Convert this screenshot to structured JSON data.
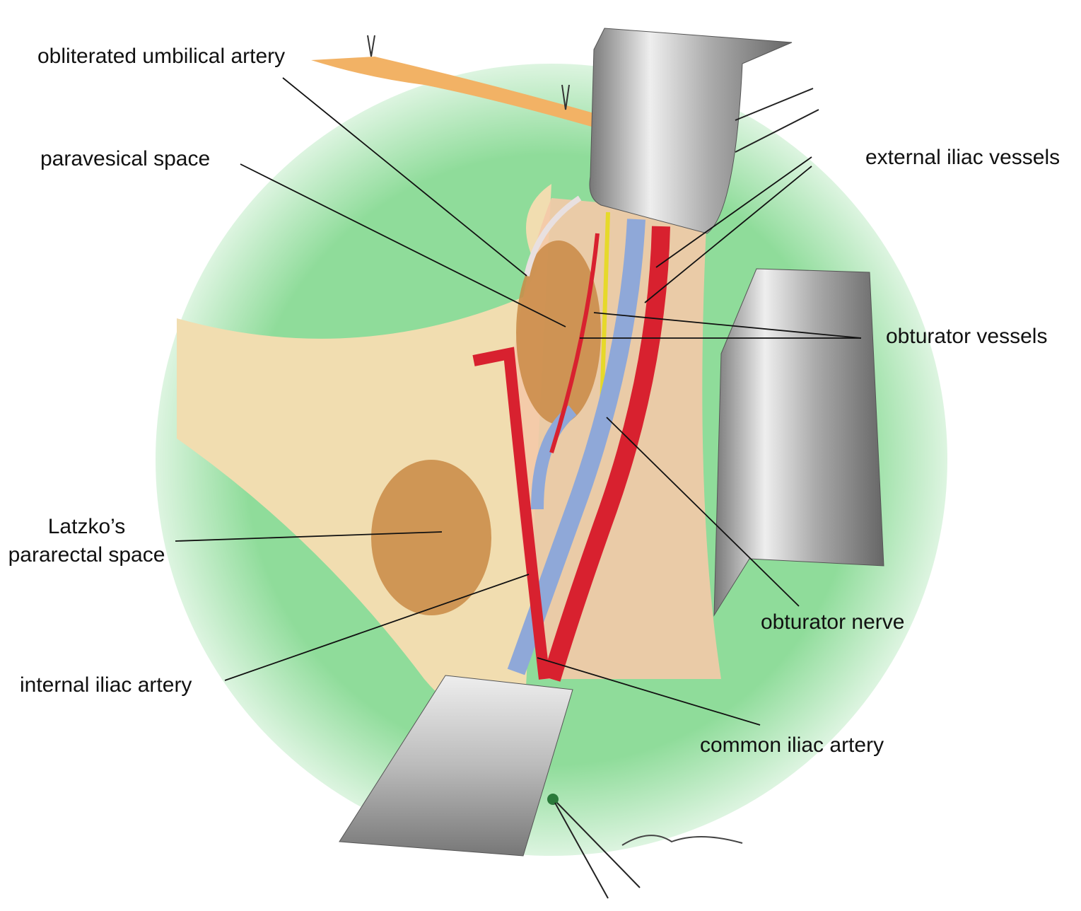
{
  "figure": {
    "labels": {
      "obliterated_umbilical_artery": "obliterated umbilical artery",
      "paravesical_space": "paravesical space",
      "external_iliac_vessels": "external iliac vessels",
      "obturator_vessels": "obturator vessels",
      "latzko_line1": "Latzko’s",
      "latzko_line2": "pararectal space",
      "internal_iliac_artery": "internal iliac artery",
      "obturator_nerve": "obturator nerve",
      "common_iliac_artery": "common iliac artery"
    },
    "colors": {
      "peritoneum": "#8fdc9a",
      "fat": "#f1ddb0",
      "space": "#c98a45",
      "artery": "#d8212f",
      "vein": "#8fa8d8",
      "nerve": "#e6d92a",
      "retractor": "#b8b8b8"
    }
  }
}
